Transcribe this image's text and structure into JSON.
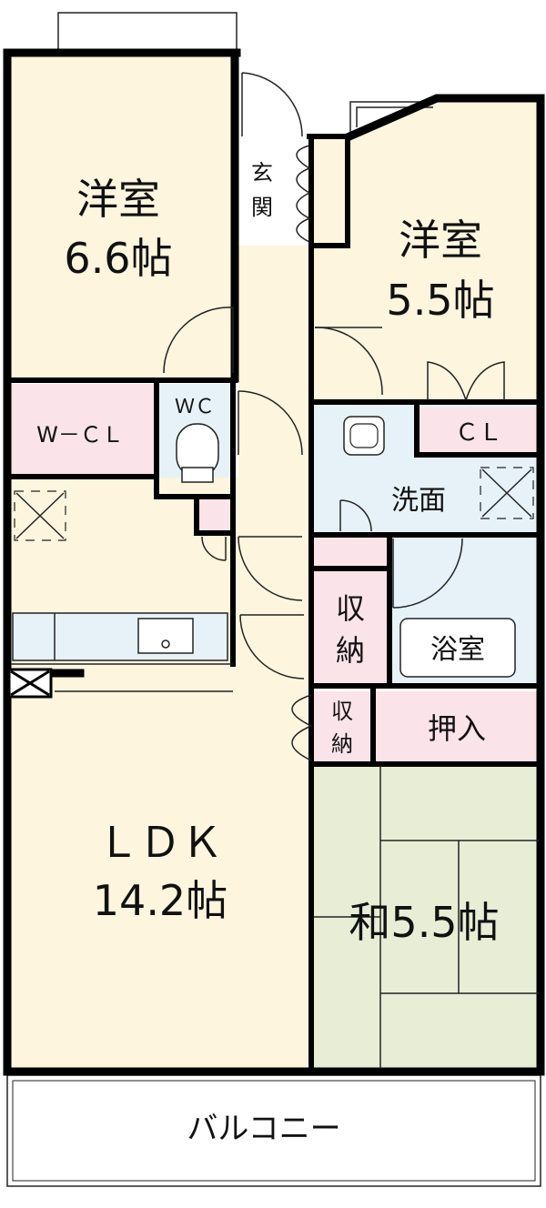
{
  "colors": {
    "cream": "#fdf5de",
    "pink": "#fbe3ea",
    "blue": "#e6f2f8",
    "tatami": "#e8eed6",
    "wall": "#000000"
  },
  "rooms": {
    "bedroom1": {
      "name": "洋室",
      "size": "6.6帖"
    },
    "bedroom2": {
      "name": "洋室",
      "size": "5.5帖"
    },
    "entrance": {
      "c1": "玄",
      "c2": "関"
    },
    "wcl": "W－ＣＬ",
    "wc": "ＷＣ",
    "cl": "ＣＬ",
    "washroom": "洗面",
    "storage1": {
      "c1": "収",
      "c2": "納"
    },
    "storage2": {
      "c1": "収",
      "c2": "納"
    },
    "bath": "浴室",
    "oshiire": "押入",
    "ldk": {
      "name": "ＬＤＫ",
      "size": "14.2帖"
    },
    "washitsu": "和5.5帖",
    "balcony": "バルコニー"
  }
}
